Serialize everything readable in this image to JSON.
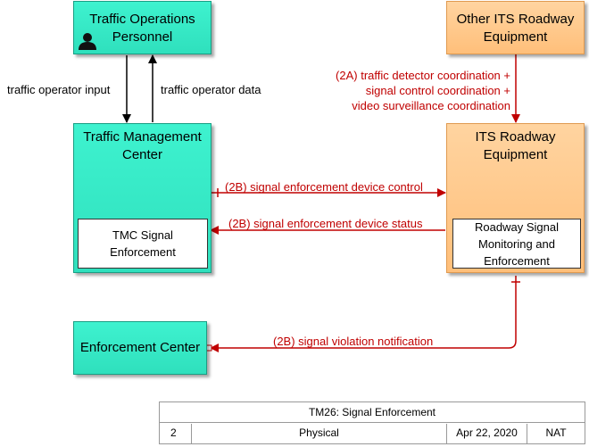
{
  "nodes": {
    "traffic_ops": {
      "title": "Traffic Operations Personnel",
      "line1": "Traffic Operations",
      "line2": "Personnel"
    },
    "other_its": {
      "title": "Other ITS Roadway Equipment",
      "line1": "Other ITS Roadway",
      "line2": "Equipment"
    },
    "tmc": {
      "line1": "Traffic Management",
      "line2": "Center",
      "sub_line1": "TMC Signal",
      "sub_line2": "Enforcement"
    },
    "its_roadway": {
      "line1": "ITS Roadway",
      "line2": "Equipment",
      "sub_line1": "Roadway Signal",
      "sub_line2": "Monitoring and",
      "sub_line3": "Enforcement"
    },
    "enforcement": {
      "title": "Enforcement Center"
    }
  },
  "flows": {
    "operator_input": "traffic operator input",
    "operator_data": "traffic operator data",
    "coord_line1": "(2A) traffic detector coordination +",
    "coord_line2": "signal control coordination +",
    "coord_line3": "video surveillance coordination",
    "device_control": "(2B) signal enforcement device control",
    "device_status": "(2B) signal enforcement device status",
    "violation": "(2B) signal violation notification"
  },
  "caption": {
    "title": "TM26: Signal Enforcement",
    "number": "2",
    "view": "Physical",
    "date": "Apr 22, 2020",
    "org": "NAT"
  },
  "colors": {
    "flow_red": "#c00000",
    "teal": "#2fe0bd",
    "orange": "#ffbf7a"
  }
}
